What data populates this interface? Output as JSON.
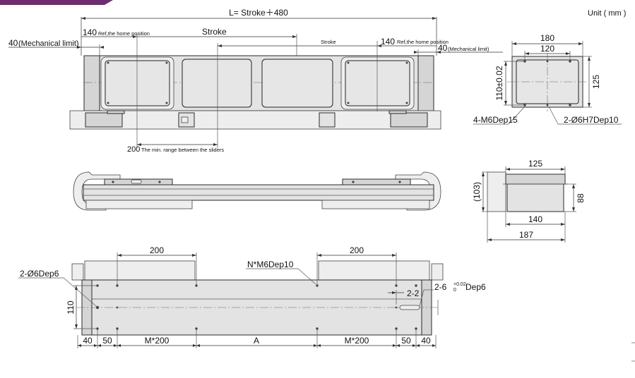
{
  "unit_label": "Unit ( mm )",
  "front_view": {
    "overall_length": "L= Stroke＋480",
    "stroke_label_left": "Stroke",
    "stroke_label_right": "Stroke",
    "ref_home_left_value": "140",
    "ref_home_left_text": "Ref,the home position",
    "ref_home_right_value": "140",
    "ref_home_right_text": "Ref,the home position",
    "mech_limit_left_value": "40",
    "mech_limit_left_text": "(Mechanical limit)",
    "mech_limit_right_value": "40",
    "mech_limit_right_text": "(Mechanical limit)",
    "min_range_value": "200",
    "min_range_text": "The min. range between the sliders"
  },
  "end_view": {
    "width_outer": "180",
    "width_inner": "120",
    "height_outer": "125",
    "height_tol": "110±0.02",
    "tapped_holes": "4-M6Dep15",
    "pin_holes": "2-Ø6H7Dep10"
  },
  "side_view": {
    "top_width": "125",
    "height_total": "(103)",
    "height_body": "88",
    "bottom_width": "140",
    "overall_width": "187"
  },
  "top_view": {
    "pitch_left": "200",
    "pitch_right": "200",
    "tapped_holes": "N*M6Dep10",
    "pin_hole_left": "2-Ø6Dep6",
    "pin_hole_right": "2-6",
    "pin_hole_right_tol": "+0.02",
    "pin_hole_right_tol_low": "0",
    "pin_hole_right_depth": "Dep6",
    "section_label": "2-2",
    "width": "110",
    "bottom_dims": [
      "40",
      "50",
      "M*200",
      "A",
      "M*200",
      "50",
      "40"
    ]
  },
  "colors": {
    "accent": "#6b2d6f",
    "line": "#2a2a2a",
    "fill": "#e3e3e3"
  }
}
